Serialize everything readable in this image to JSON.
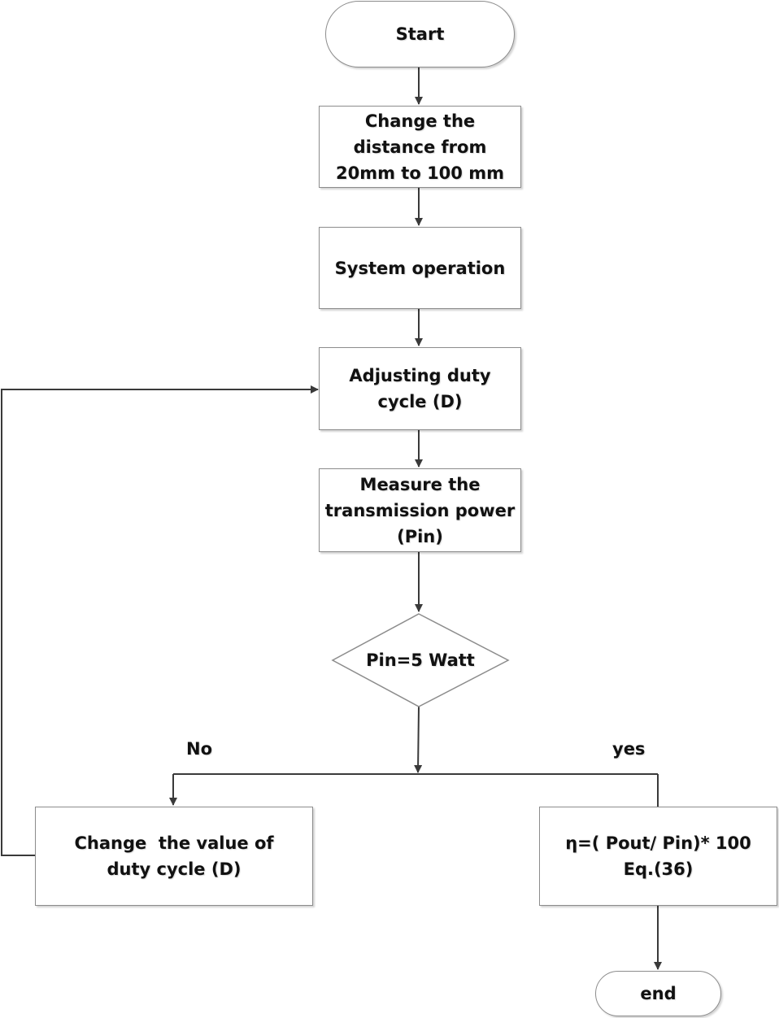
{
  "nodes": {
    "start": {
      "label": "Start"
    },
    "change_distance": {
      "label": "Change the distance from 20mm to 100 mm"
    },
    "system_operation": {
      "label": "System operation"
    },
    "adjust_duty": {
      "label": "Adjusting duty cycle (D)"
    },
    "measure_power": {
      "label": "Measure the transmission power (Pin)"
    },
    "decision": {
      "label": "Pin=5 Watt"
    },
    "change_duty": {
      "label": "Change  the value of duty cycle (D)"
    },
    "efficiency": {
      "label": "η=( Pout/ Pin)* 100 Eq.(36)"
    },
    "end": {
      "label": "end"
    }
  },
  "branches": {
    "no": "No",
    "yes": "yes"
  },
  "colors": {
    "line": "#3a3a3a",
    "border": "#8c8c8c",
    "text": "#111111",
    "background": "#ffffff"
  }
}
